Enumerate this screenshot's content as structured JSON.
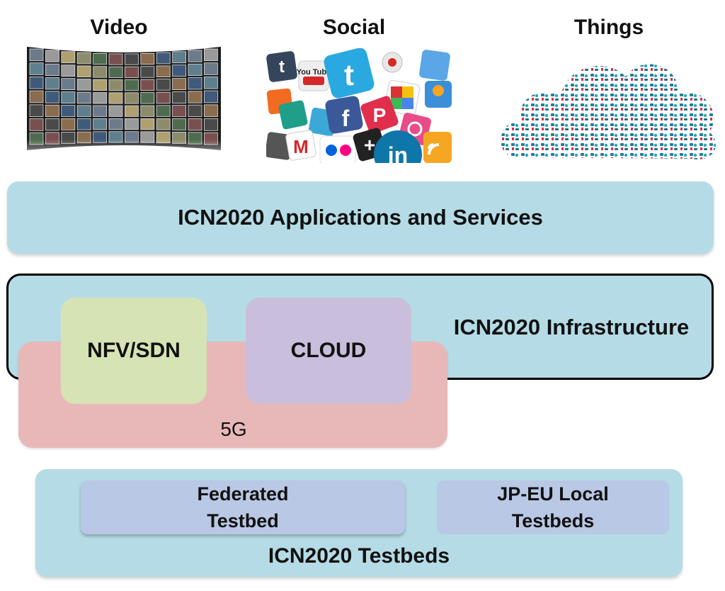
{
  "headers": {
    "video": "Video",
    "social": "Social",
    "things": "Things"
  },
  "social_icons": [
    "t",
    "You Tube",
    "t",
    "P",
    "in",
    "f",
    "M"
  ],
  "layers": {
    "apps": "ICN2020 Applications and Services",
    "infrastructure": "ICN2020 Infrastructure",
    "nfv_sdn": "NFV/SDN",
    "cloud": "CLOUD",
    "fiveg": "5G",
    "testbeds": "ICN2020 Testbeds",
    "federated_line1": "Federated",
    "federated_line2": "Testbed",
    "jpeu_line1": "JP-EU Local",
    "jpeu_line2": "Testbeds"
  },
  "colors": {
    "layer_blue": "#b5dce6",
    "fiveg_pink": "#e8b8b8",
    "nfv_green": "#d6e3b5",
    "cloud_purple": "#c9bedb",
    "testbed_box": "#b9c8e4"
  }
}
